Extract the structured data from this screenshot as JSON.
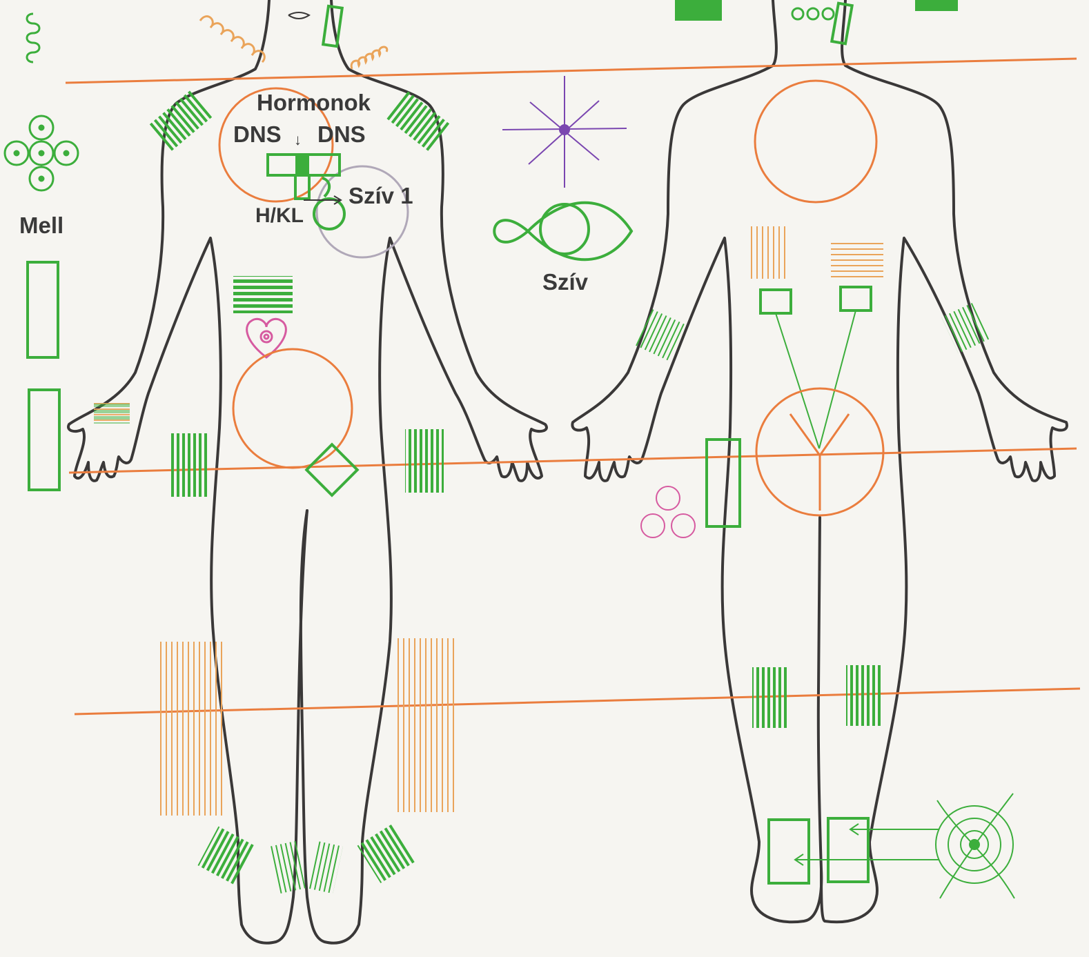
{
  "labels": {
    "hormonok": "Hormonok",
    "dns_left": "DNS",
    "dns_right": "DNS",
    "arrow": "↓",
    "sziv1": "Szív 1",
    "hkl": "H/KL",
    "mell": "Mell",
    "sziv": "Szív"
  },
  "colors": {
    "outline": "#3a3838",
    "green": "#3cae3c",
    "orange": "#ea7d3e",
    "tan": "#eaa45a",
    "purple": "#7a46b0",
    "pink": "#d65aa0",
    "grey": "#b0a8b8",
    "background": "#f6f5f1"
  }
}
